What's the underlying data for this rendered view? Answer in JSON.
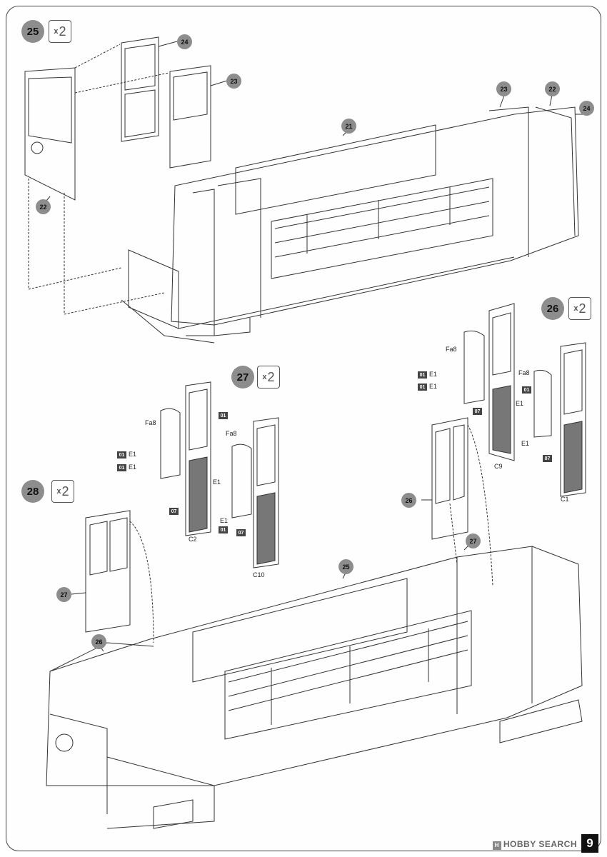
{
  "steps": [
    {
      "number": "25",
      "multiplier": "2"
    },
    {
      "number": "26",
      "multiplier": "2"
    },
    {
      "number": "27",
      "multiplier": "2"
    },
    {
      "number": "28",
      "multiplier": "2"
    }
  ],
  "multiplier_prefix": "x",
  "part_numbers": {
    "p24a": "24",
    "p23a": "23",
    "p22a": "22",
    "p21": "21",
    "p23b": "23",
    "p22b": "22",
    "p24b": "24",
    "p26a": "26",
    "p27a": "27",
    "p25": "25",
    "p27b": "27",
    "p26b": "26"
  },
  "labels": {
    "fa8": "Fa8",
    "e1": "E1",
    "c1": "C1",
    "c2": "C2",
    "c9": "C9",
    "c10": "C10"
  },
  "tags": {
    "t01": "01",
    "t07": "07"
  },
  "page_number": "9",
  "watermark": {
    "mark": "H",
    "text": "HOBBY SEARCH"
  },
  "colors": {
    "badge_gray": "#8d8d8d",
    "tag_dark": "#444444",
    "line": "#333333"
  }
}
